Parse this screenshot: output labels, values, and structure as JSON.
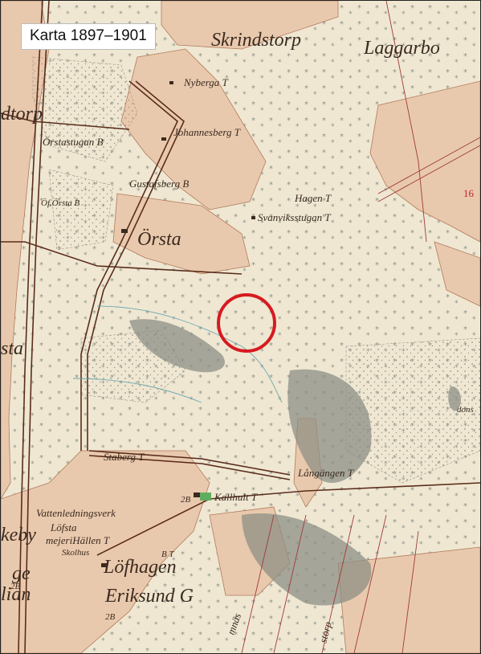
{
  "caption": "Karta 1897–1901",
  "colors": {
    "paper": "#efe7d2",
    "field": "#e9c9ad",
    "forest_symbol": "#8a8f86",
    "road": "#5a2d1c",
    "water": "#8e8f86",
    "highlight_circle": "#d71920"
  },
  "labels": {
    "skrindstorp": "Skrindstorp",
    "laggarbo": "Laggarbo",
    "nyberga": "Nyberga T",
    "dtorp": "dtorp",
    "orstastugan": "Örstastugan B",
    "johannesberg": "Johannesberg T",
    "gustafsberg": "Gustafsberg B",
    "ofversta": "Öf.Örsta B",
    "orsta": "Örsta",
    "hagen": "Hagen T",
    "svanvik": "Svanviksstugan T",
    "sta": "sta",
    "staberg": "Staberg T",
    "langangen": "Långängen T",
    "kallhult": "Kallhult T",
    "vattenledningsverk": "Vattenledningsverk",
    "lofsta": "Löfsta",
    "mejerihallen": "mejeriHällen T",
    "skolhus": "Skolhus",
    "lofhagen": "Löfhagen",
    "eriksund": "Eriksund G",
    "keby": "keby",
    "lian": "lian",
    "num_16": "16",
    "dons": "dons",
    "bt": "B T",
    "twob": "2B",
    "twob2": "2B",
    "twob3": "2B",
    "amnas": "mnäs",
    "storp": "storp",
    "gg": "ge"
  }
}
